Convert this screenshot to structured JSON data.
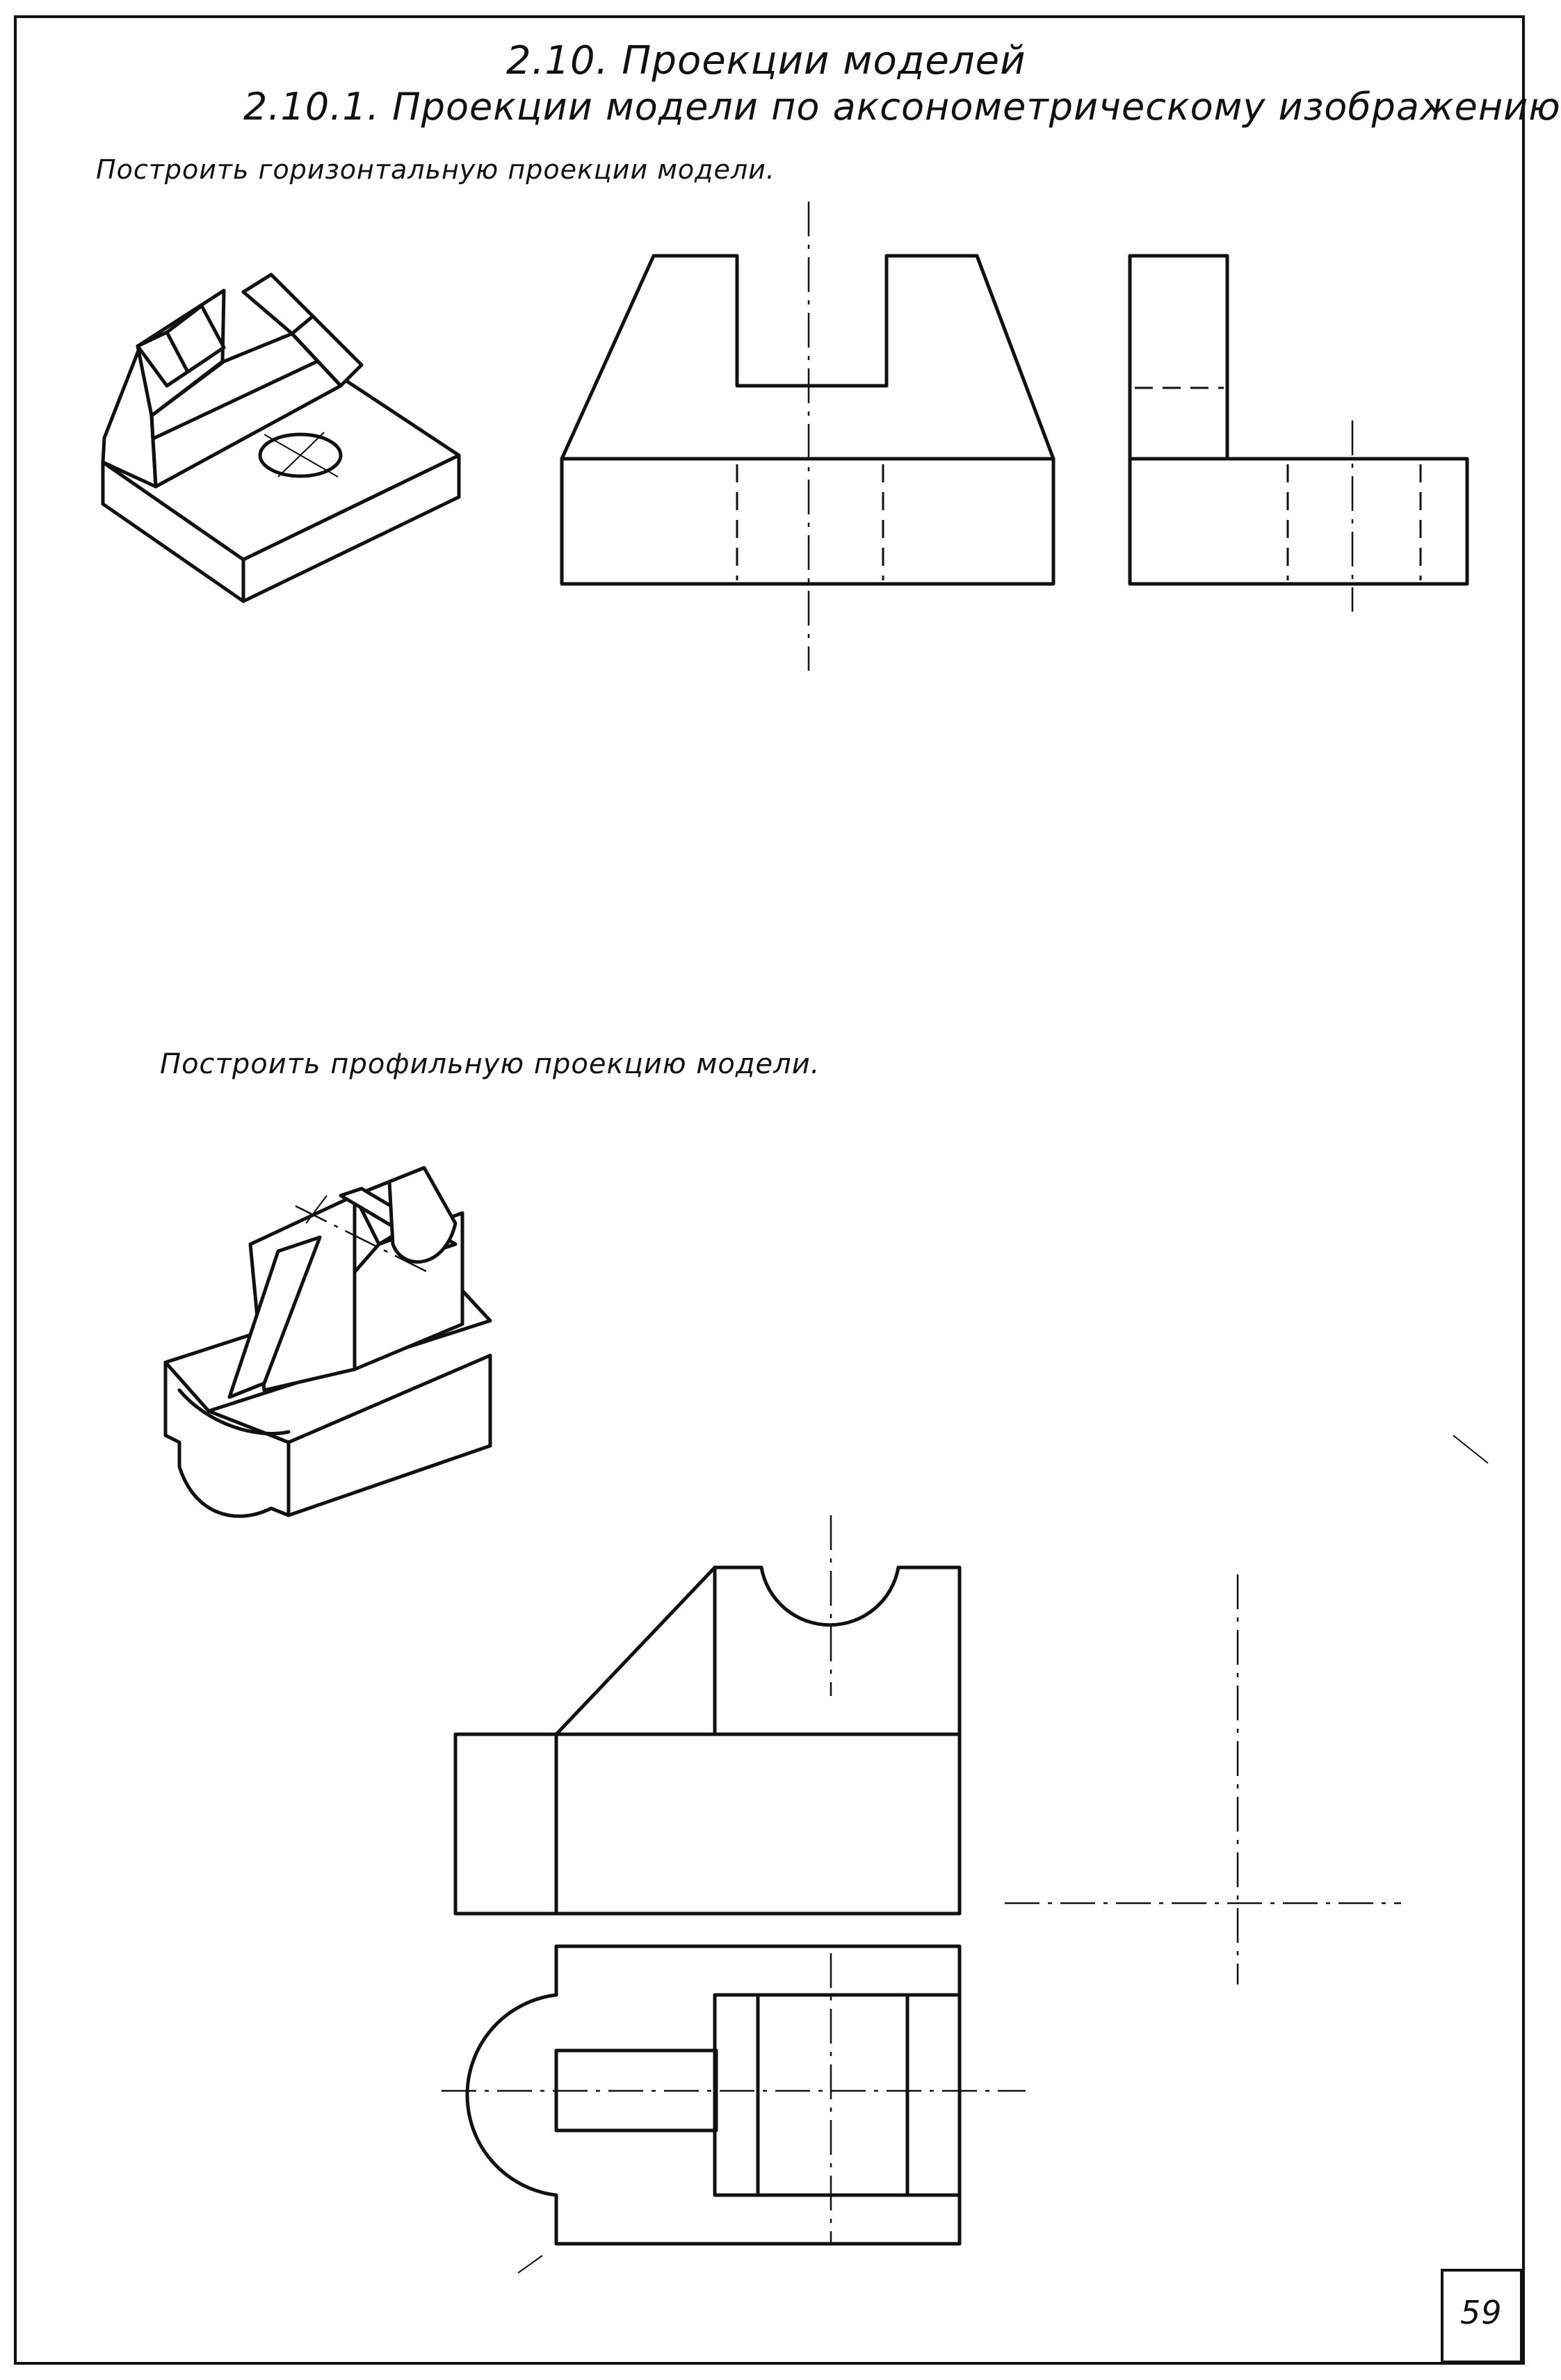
{
  "header": {
    "section_title": "2.10. Проекции моделей",
    "subsection_title": "2.10.1. Проекции модели по аксонометрическому изображению"
  },
  "tasks": [
    {
      "instruction": "Построить горизонтальную проекции модели."
    },
    {
      "instruction": "Построить профильную проекцию модели."
    }
  ],
  "footer": {
    "page_number": "59"
  }
}
